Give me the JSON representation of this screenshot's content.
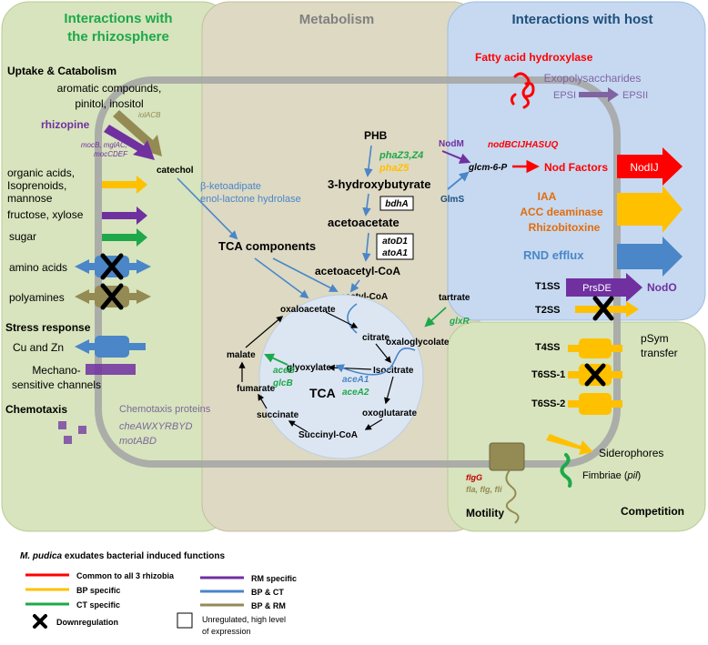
{
  "colors": {
    "common_red": "#ff0000",
    "bp_yellow": "#ffc000",
    "ct_green": "#1ea84a",
    "rm_purple": "#7030a0",
    "bpct_blue": "#4a86c8",
    "bprm_brown": "#948a54",
    "panel_green": "#d7e4bd",
    "panel_tan": "#ddd9c3",
    "panel_blue": "#c6d9f1",
    "cell_gray": "#a6a6a6"
  },
  "panels": {
    "rhizosphere_title": [
      "Interactions with",
      "the rhizosphere"
    ],
    "metabolism_title": "Metabolism",
    "host_title": "Interactions with host"
  },
  "rhizo": {
    "uptake_title": "Uptake & Catabolism",
    "aromatic": [
      "aromatic compounds,",
      "pinitol, inositol"
    ],
    "rhizopine": "rhizopine",
    "iolACB": "iolACB",
    "moc_genes": [
      "mocB, mglAC,",
      "mocCDEF"
    ],
    "catechol": "catechol",
    "organic": [
      "organic acids,",
      "Isoprenoids,",
      "mannose"
    ],
    "fructose": "fructose, xylose",
    "sugar": "sugar",
    "amino": "amino acids",
    "polyamines": "polyamines",
    "stress_title": "Stress response",
    "cu_zn": "Cu and Zn",
    "mechano": [
      "Mechano-",
      "sensitive channels"
    ],
    "chemotaxis_title": "Chemotaxis",
    "chemo_proteins": "Chemotaxis proteins",
    "chemo_genes": [
      "cheAWXYRBYD",
      "motABD"
    ]
  },
  "metab": {
    "beta_keto": [
      "β-ketoadipate",
      "enol-lactone hydrolase"
    ],
    "tca_components": "TCA components",
    "phb": "PHB",
    "phaZ34": "phaZ3,Z4",
    "phaZ5": "phaZ5",
    "hydroxybutyrate": "3-hydroxybutyrate",
    "bdhA": "bdhA",
    "acetoacetate": "acetoacetate",
    "atoD1": "atoD1",
    "atoA1": "atoA1",
    "acetoacetyl": "acetoacetyl-CoA",
    "acetyl": "acetyl-CoA",
    "oxaloacetate": "oxaloacetate",
    "citrate": "citrate",
    "malate": "malate",
    "aceB": "aceB",
    "glcB": "glcB",
    "glyoxylate": "glyoxylate",
    "isocitrate": "Isocitrate",
    "aceA1": "aceA1",
    "aceA2": "aceA2",
    "fumarate": "fumarate",
    "tca": "TCA",
    "oxoglutarate": "oxoglutarate",
    "succinate": "succinate",
    "succinyl": "Succinyl-CoA",
    "tartrate": "tartrate",
    "glxR": "glxR",
    "oxaloglycolate": "oxaloglycolate"
  },
  "host": {
    "fatty_acid": "Fatty acid hydroxylase",
    "exopoly": "Exopolysaccharides",
    "epsi": "EPSI",
    "epsii": "EPSII",
    "nodM": "NodM",
    "nod_genes": "nodBCIJHASUQ",
    "glcm": "glcm-6-P",
    "glmS": "GlmS",
    "nod_factors": "Nod Factors",
    "nodIJ": "NodIJ",
    "iaa": "IAA",
    "acc": "ACC deaminase",
    "rhizobitoxine": "Rhizobitoxine",
    "rnd": "RND efflux",
    "t1ss": "T1SS",
    "prsDE": "PrsDE",
    "nodO": "NodO",
    "t2ss": "T2SS",
    "t4ss": "T4SS",
    "psym": [
      "pSym",
      "transfer"
    ],
    "t6ss1": "T6SS-1",
    "t6ss2": "T6SS-2"
  },
  "comp": {
    "siderophores": "Siderophores",
    "fimbriae_pre": "Fimbriae (",
    "fimbriae_gene": "pil",
    "fimbriae_post": ")",
    "flgG": "flgG",
    "flagella_genes": "fla, flg, fli",
    "motility": "Motility",
    "competition": "Competition"
  },
  "legend": {
    "title_species": "M. pudica",
    "title_rest": " exudates bacterial induced functions",
    "common": "Common to all 3 rhizobia",
    "bp": "BP specific",
    "ct": "CT specific",
    "rm": "RM specific",
    "bpct": "BP & CT",
    "bprm": "BP & RM",
    "down": "Downregulation",
    "unreg": [
      "Unregulated, high level",
      "of expression"
    ]
  }
}
